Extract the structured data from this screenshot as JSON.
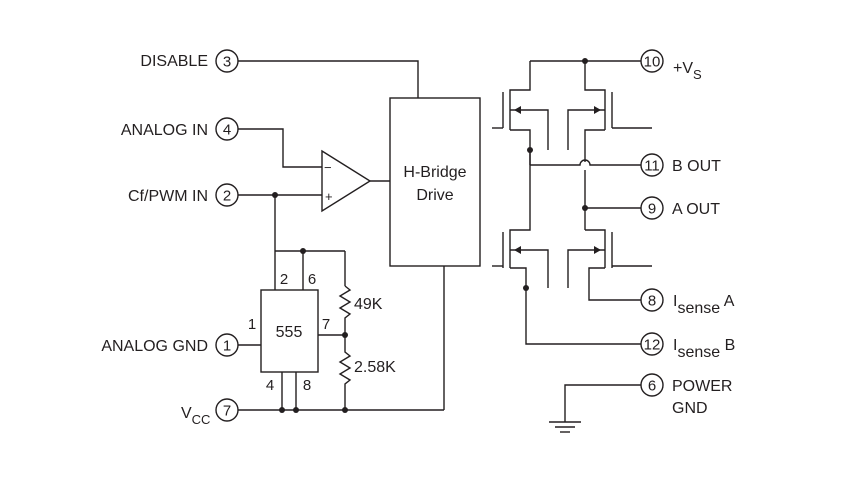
{
  "pins": {
    "disable": {
      "label": "DISABLE",
      "number": "3"
    },
    "analog_in": {
      "label": "ANALOG IN",
      "number": "4"
    },
    "cf_pwm_in": {
      "label": "Cf/PWM IN",
      "number": "2"
    },
    "analog_gnd": {
      "label": "ANALOG GND",
      "number": "1"
    },
    "vcc": {
      "label_main": "V",
      "label_sub": "CC",
      "number": "7"
    },
    "vs": {
      "label_main": "+V",
      "label_sub": "S",
      "number": "10"
    },
    "b_out": {
      "label": "B OUT",
      "number": "11"
    },
    "a_out": {
      "label": "A OUT",
      "number": "9"
    },
    "isense_a": {
      "label_main": "I",
      "label_sub": "sense",
      "label_suffix": " A",
      "number": "8"
    },
    "isense_b": {
      "label_main": "I",
      "label_sub": "sense",
      "label_suffix": " B",
      "number": "12"
    },
    "power_gnd": {
      "label_line1": "POWER",
      "label_line2": "GND",
      "number": "6"
    }
  },
  "hbridge": {
    "line1": "H-Bridge",
    "line2": "Drive"
  },
  "timer": {
    "name": "555",
    "pin_1": "1",
    "pin_2": "2",
    "pin_6": "6",
    "pin_7": "7",
    "pin_4": "4",
    "pin_8": "8"
  },
  "resistors": {
    "r1": "49K",
    "r2": "2.58K"
  },
  "opamp": {
    "minus": "−",
    "plus": "+"
  }
}
